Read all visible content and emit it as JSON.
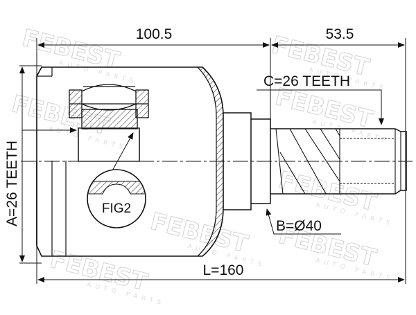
{
  "drawing": {
    "dimensions": {
      "body_length": "100.5",
      "shaft_length": "53.5",
      "total_length": "L=160",
      "outer_teeth": "C=26 TEETH",
      "inner_teeth": "A=26 TEETH",
      "shaft_diameter": "B=Ø40"
    },
    "detail_label": "FIG2",
    "watermark": {
      "brand": "FEBEST",
      "tagline": "AUTO PARTS"
    }
  }
}
